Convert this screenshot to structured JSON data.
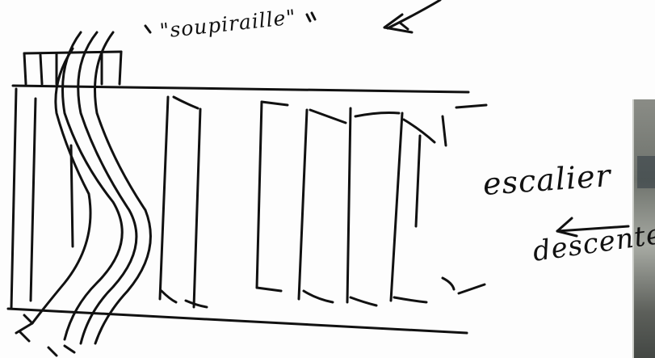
{
  "labels": {
    "soupiraille": "\"soupiraille\"",
    "escalier": "escalier",
    "descente": "descente"
  },
  "colors": {
    "ink": "#111111",
    "paper": "#fdfdfd"
  },
  "icons": {
    "pointer_arrow": "arrow-pointer-icon",
    "down_arrow": "arrow-left-icon",
    "airflow": "airflow-arrows-icon"
  }
}
